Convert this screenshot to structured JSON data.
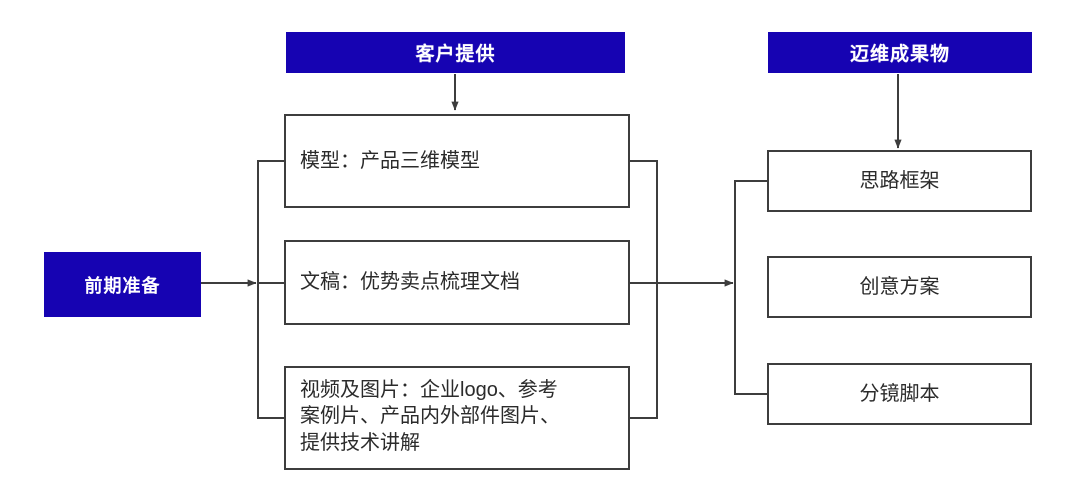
{
  "diagram": {
    "title_left": "客户提供",
    "title_right": "迈维成果物",
    "stage": "前期准备",
    "inputs": [
      {
        "label": "模型：产品三维模型"
      },
      {
        "label": "文稿：优势卖点梳理文档"
      },
      {
        "label": "视频及图片：企业logo、参考\n案例片、产品内外部件图片、\n提供技术讲解"
      }
    ],
    "outputs": [
      {
        "label": "思路框架"
      },
      {
        "label": "创意方案"
      },
      {
        "label": "分镜脚本"
      }
    ],
    "colors": {
      "accent_blue": "#1603B2",
      "box_border": "#3d3d3d",
      "connector": "#3d3d3d",
      "text_dark": "#2b2b2b",
      "text_light": "#ffffff",
      "background": "#ffffff"
    }
  }
}
